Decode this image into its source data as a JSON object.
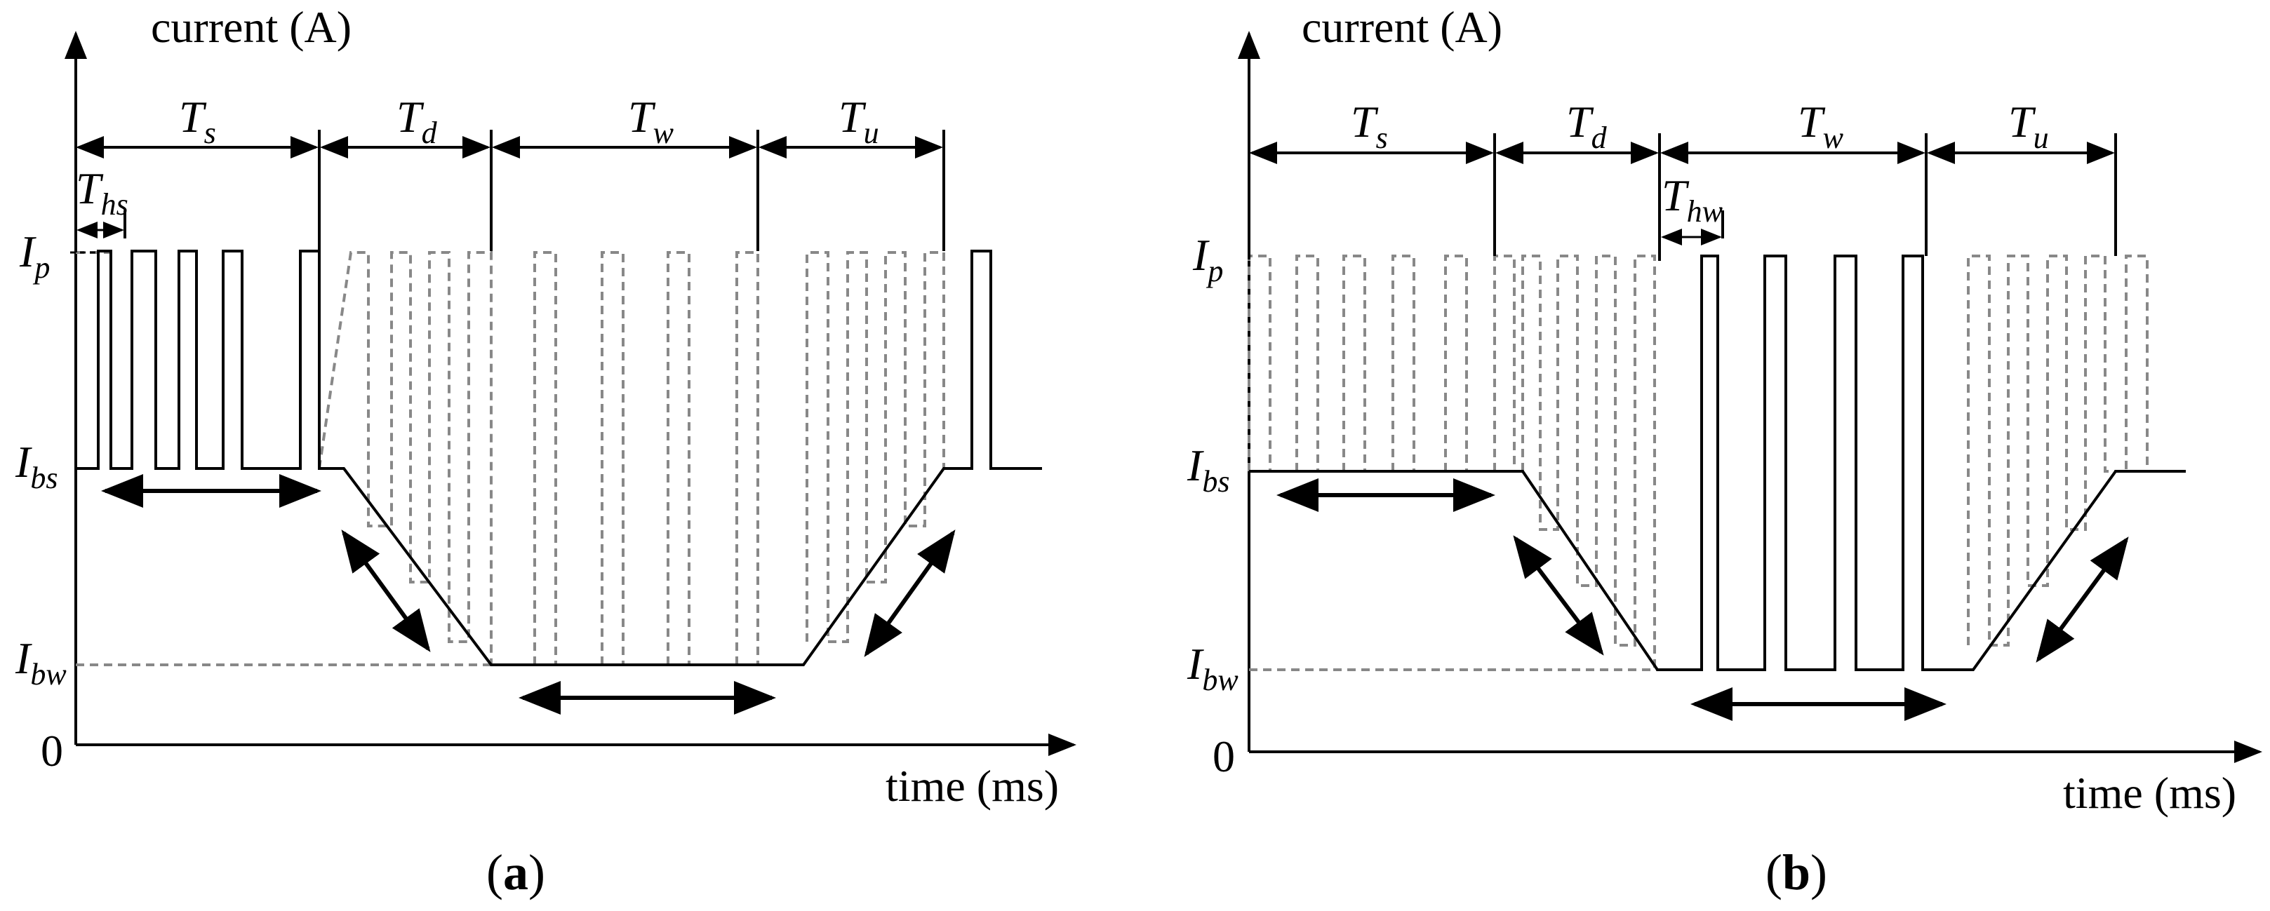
{
  "panels": [
    {
      "id": "a",
      "ylabel": "current (A)",
      "xlabel": "time (ms)",
      "zero": "0",
      "levels": {
        "ip": {
          "main": "I",
          "sub": "p"
        },
        "ibs": {
          "main": "I",
          "sub": "bs"
        },
        "ibw": {
          "main": "I",
          "sub": "bw"
        }
      },
      "intervals": [
        {
          "main": "T",
          "sub": "s"
        },
        {
          "main": "T",
          "sub": "d"
        },
        {
          "main": "T",
          "sub": "w"
        },
        {
          "main": "T",
          "sub": "u"
        }
      ],
      "hold": {
        "main": "T",
        "sub": "hs"
      },
      "caption": "a"
    },
    {
      "id": "b",
      "ylabel": "current (A)",
      "xlabel": "time (ms)",
      "zero": "0",
      "levels": {
        "ip": {
          "main": "I",
          "sub": "p"
        },
        "ibs": {
          "main": "I",
          "sub": "bs"
        },
        "ibw": {
          "main": "I",
          "sub": "bw"
        }
      },
      "intervals": [
        {
          "main": "T",
          "sub": "s"
        },
        {
          "main": "T",
          "sub": "d"
        },
        {
          "main": "T",
          "sub": "w"
        },
        {
          "main": "T",
          "sub": "u"
        }
      ],
      "hold": {
        "main": "T",
        "sub": "hw"
      },
      "caption": "b"
    }
  ]
}
